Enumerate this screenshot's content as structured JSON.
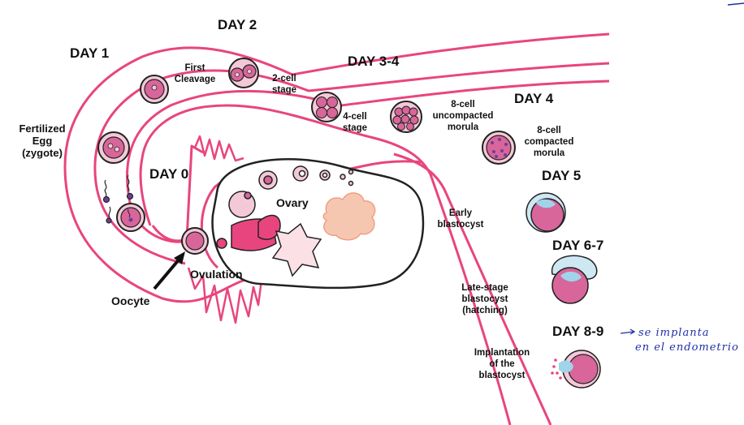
{
  "colors": {
    "tube": "#e8457e",
    "cell_fill": "#d8669a",
    "cell_ring": "#f3c9d8",
    "outline": "#222222",
    "blast_blue": "#9fd4ea",
    "fat": "#f6c7b0",
    "handwriting": "#1f2fa8"
  },
  "days": {
    "day1": "DAY 1",
    "day2": "DAY 2",
    "day34": "DAY 3-4",
    "day4": "DAY 4",
    "day0": "DAY 0",
    "day5": "DAY 5",
    "day67": "DAY 6-7",
    "day89": "DAY 8-9"
  },
  "stages": {
    "fertilized": [
      "Fertilized",
      "Egg",
      "(zygote)"
    ],
    "first_cleavage": [
      "First",
      "Cleavage"
    ],
    "two_cell": [
      "2-cell",
      "stage"
    ],
    "four_cell": [
      "4-cell",
      "stage"
    ],
    "eight_uncompacted": [
      "8-cell",
      "uncompacted",
      "morula"
    ],
    "eight_compacted": [
      "8-cell",
      "compacted",
      "morula"
    ],
    "early_blast": [
      "Early",
      "blastocyst"
    ],
    "late_blast": [
      "Late-stage",
      "blastocyst",
      "(hatching)"
    ],
    "implantation": [
      "Implantation",
      "of the",
      "blastocyst"
    ]
  },
  "organs": {
    "ovary": "Ovary",
    "ovulation": "Ovulation",
    "oocyte": "Oocyte"
  },
  "annotation": {
    "line1": "se implanta",
    "line2": "en el endometrio"
  }
}
